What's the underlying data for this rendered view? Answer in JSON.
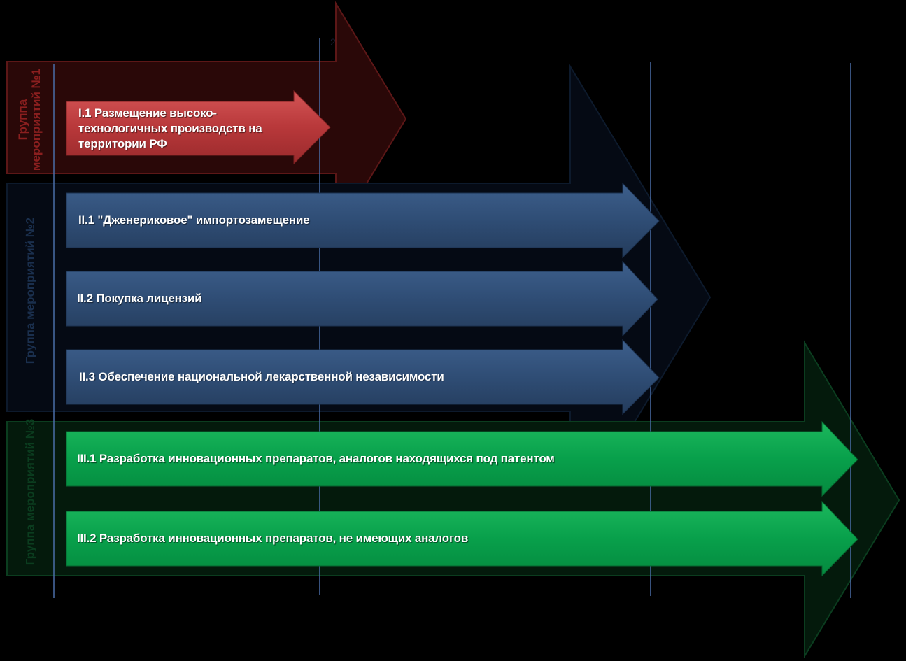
{
  "colors": {
    "background": "#000000",
    "group1": "#8b1f1f",
    "group1_item": "#c0393a",
    "group2": "#1a2f4d",
    "group2_item": "#2f4d75",
    "group3": "#0b3d1f",
    "group3_item": "#08a04b",
    "timeline": "#4a6ea8"
  },
  "timeline": {
    "tick_label": "2"
  },
  "groups": [
    {
      "label": "Группа мероприятий №1",
      "color": "#8b1f1f",
      "items": [
        {
          "label": "I.1 Размещение высоко-технологичных производств на территории РФ"
        }
      ]
    },
    {
      "label": "Группа мероприятий №2",
      "color": "#1a2f4d",
      "items": [
        {
          "label": "II.1 \"Дженериковое\" импортозамещение"
        },
        {
          "label": "II.2 Покупка лицензий"
        },
        {
          "label": "II.3 Обеспечение национальной лекарственной независимости"
        }
      ]
    },
    {
      "label": "Группа мероприятий №3",
      "color": "#0b3d1f",
      "items": [
        {
          "label": "III.1 Разработка инновационных препаратов, аналогов находящихся под патентом"
        },
        {
          "label": "III.2 Разработка инновационных препаратов, не имеющих аналогов"
        }
      ]
    }
  ]
}
